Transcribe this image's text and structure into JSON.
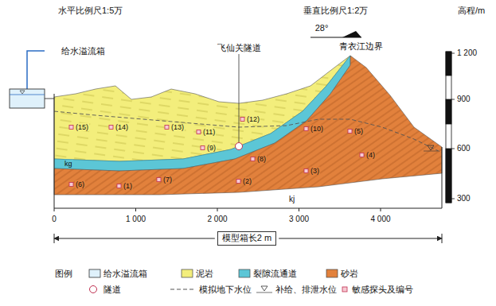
{
  "diagram": {
    "nodes": [
      {
        "text": [
          "模型箱长2 m"
        ]
      }
    ],
    "labels": [
      "水平比例尺1:5万",
      "垂直比例尺1:2万",
      "28°",
      "高程/m",
      "1 200",
      "900",
      "600",
      "300",
      "给水溢流箱",
      "飞仙关隧道",
      "青衣江边界",
      "(15)",
      "(14)",
      "(13)",
      "(11)",
      "(12)",
      "(10)",
      "(5)",
      "(9)",
      "(8)",
      "(3)",
      "(2)",
      "(4)",
      "(6)",
      "(1)",
      "(7)",
      "kg",
      "kj",
      "0",
      "1 000",
      "2 000",
      "3 000",
      "4 000",
      "图例"
    ],
    "legend": [
      {
        "text": "给水溢流箱"
      },
      {
        "text": "泥岩",
        "color": "#f3ee7c"
      },
      {
        "text": "裂隙流通道",
        "color": "#5cc6d6"
      },
      {
        "text": "砂岩",
        "color": "#e2813c"
      },
      {
        "text": "隧道"
      },
      {
        "text": "模拟地下水位"
      },
      {
        "text": "补给、排泄水位"
      },
      {
        "text": "敏感探头及编号"
      }
    ]
  }
}
